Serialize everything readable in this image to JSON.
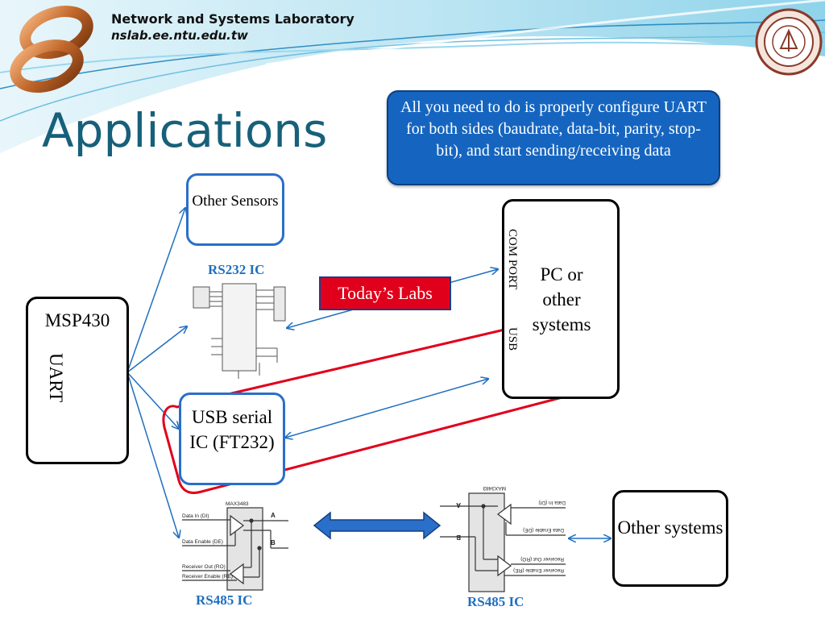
{
  "header": {
    "lab_name": "Network and Systems Laboratory",
    "lab_url": "nslab.ee.ntu.edu.tw"
  },
  "slide": {
    "title": "Applications",
    "callout": "All you need to do is properly configure UART for both sides (baudrate, data-bit, parity, stop-bit), and start sending/receiving data",
    "todays_labs": "Today’s Labs"
  },
  "nodes": {
    "msp430": "MSP430",
    "uart": "UART",
    "other_sensors": "Other Sensors",
    "rs232_label": "RS232 IC",
    "usb_serial": "USB serial IC (FT232)",
    "pc": "PC or other systems",
    "com_port": "COM PORT",
    "usb": "USB",
    "rs485_left": "RS485 IC",
    "rs485_right": "RS485 IC",
    "other_systems": "Other systems"
  },
  "rs485_pins": {
    "chip": "MAX3483",
    "data_in": "Data In (DI)",
    "data_enable": "Data Enable (DE)",
    "receiver_out": "Receiver Out (RO)",
    "receiver_enable": "Receiver Enable (RE)",
    "a": "A",
    "b": "B"
  },
  "colors": {
    "title": "#17607a",
    "callout_bg": "#1565c0",
    "box_border": "#2a6fc9",
    "highlight_red": "#e0001b",
    "arrow_blue": "#1f6fc0"
  }
}
